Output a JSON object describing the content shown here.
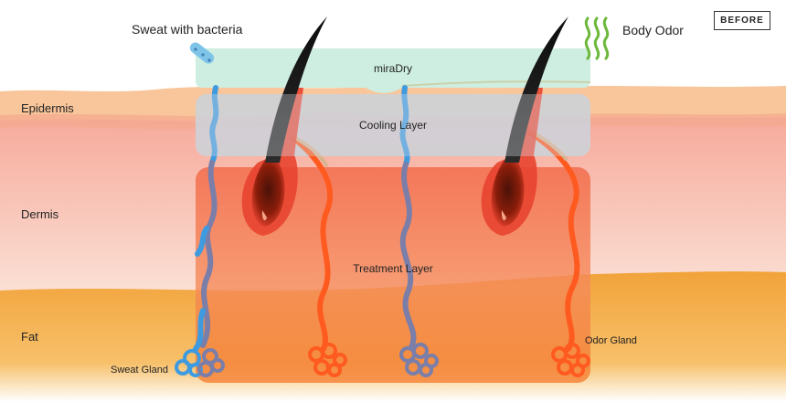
{
  "button": {
    "label": "BEFORE"
  },
  "labels": {
    "sweat_with_bacteria": "Sweat with bacteria",
    "body_odor": "Body Odor",
    "mira_dry": "miraDry",
    "cooling_layer": "Cooling Layer",
    "treatment_layer": "Treatment Layer",
    "epidermis": "Epidermis",
    "dermis": "Dermis",
    "fat": "Fat",
    "sweat_gland": "Sweat Gland",
    "odor_gland": "Odor Gland"
  },
  "colors": {
    "epidermis": "#f9c59a",
    "dermis": "#f7b7a3",
    "fat": "#f2a33a",
    "mira_dry_band": "#cdeee0",
    "cooling": "#d3d6da",
    "treatment": "#f47a55",
    "sweat_duct_blue": "#3f9be0",
    "sweat_duct_gray": "#7a7ea8",
    "odor_gland": "#ff5a1f",
    "hair": "#1e1e1e",
    "follicle": "#e84430",
    "odor_waves": "#6bb83a",
    "bacteria": "#7ec4e8"
  }
}
